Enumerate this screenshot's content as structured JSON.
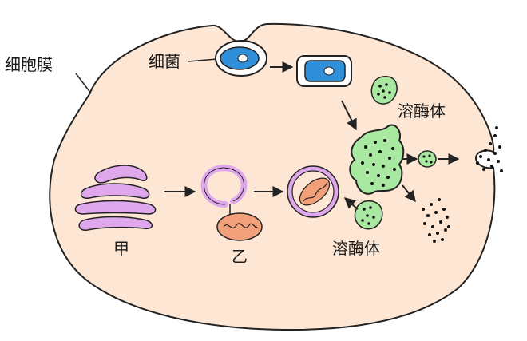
{
  "labels": {
    "membrane": "细胞膜",
    "bacteria": "细菌",
    "lysosome_top": "溶酶体",
    "lysosome_bottom": "溶酶体",
    "jia": "甲",
    "yi": "乙"
  },
  "colors": {
    "cytoplasm": "#fde6d4",
    "outline": "#222222",
    "golgi": "#e0a8ec",
    "lysosome": "#a8e8a0",
    "bacterium_body": "#2f8fd8",
    "mitochondrion": "#f2a07a"
  }
}
